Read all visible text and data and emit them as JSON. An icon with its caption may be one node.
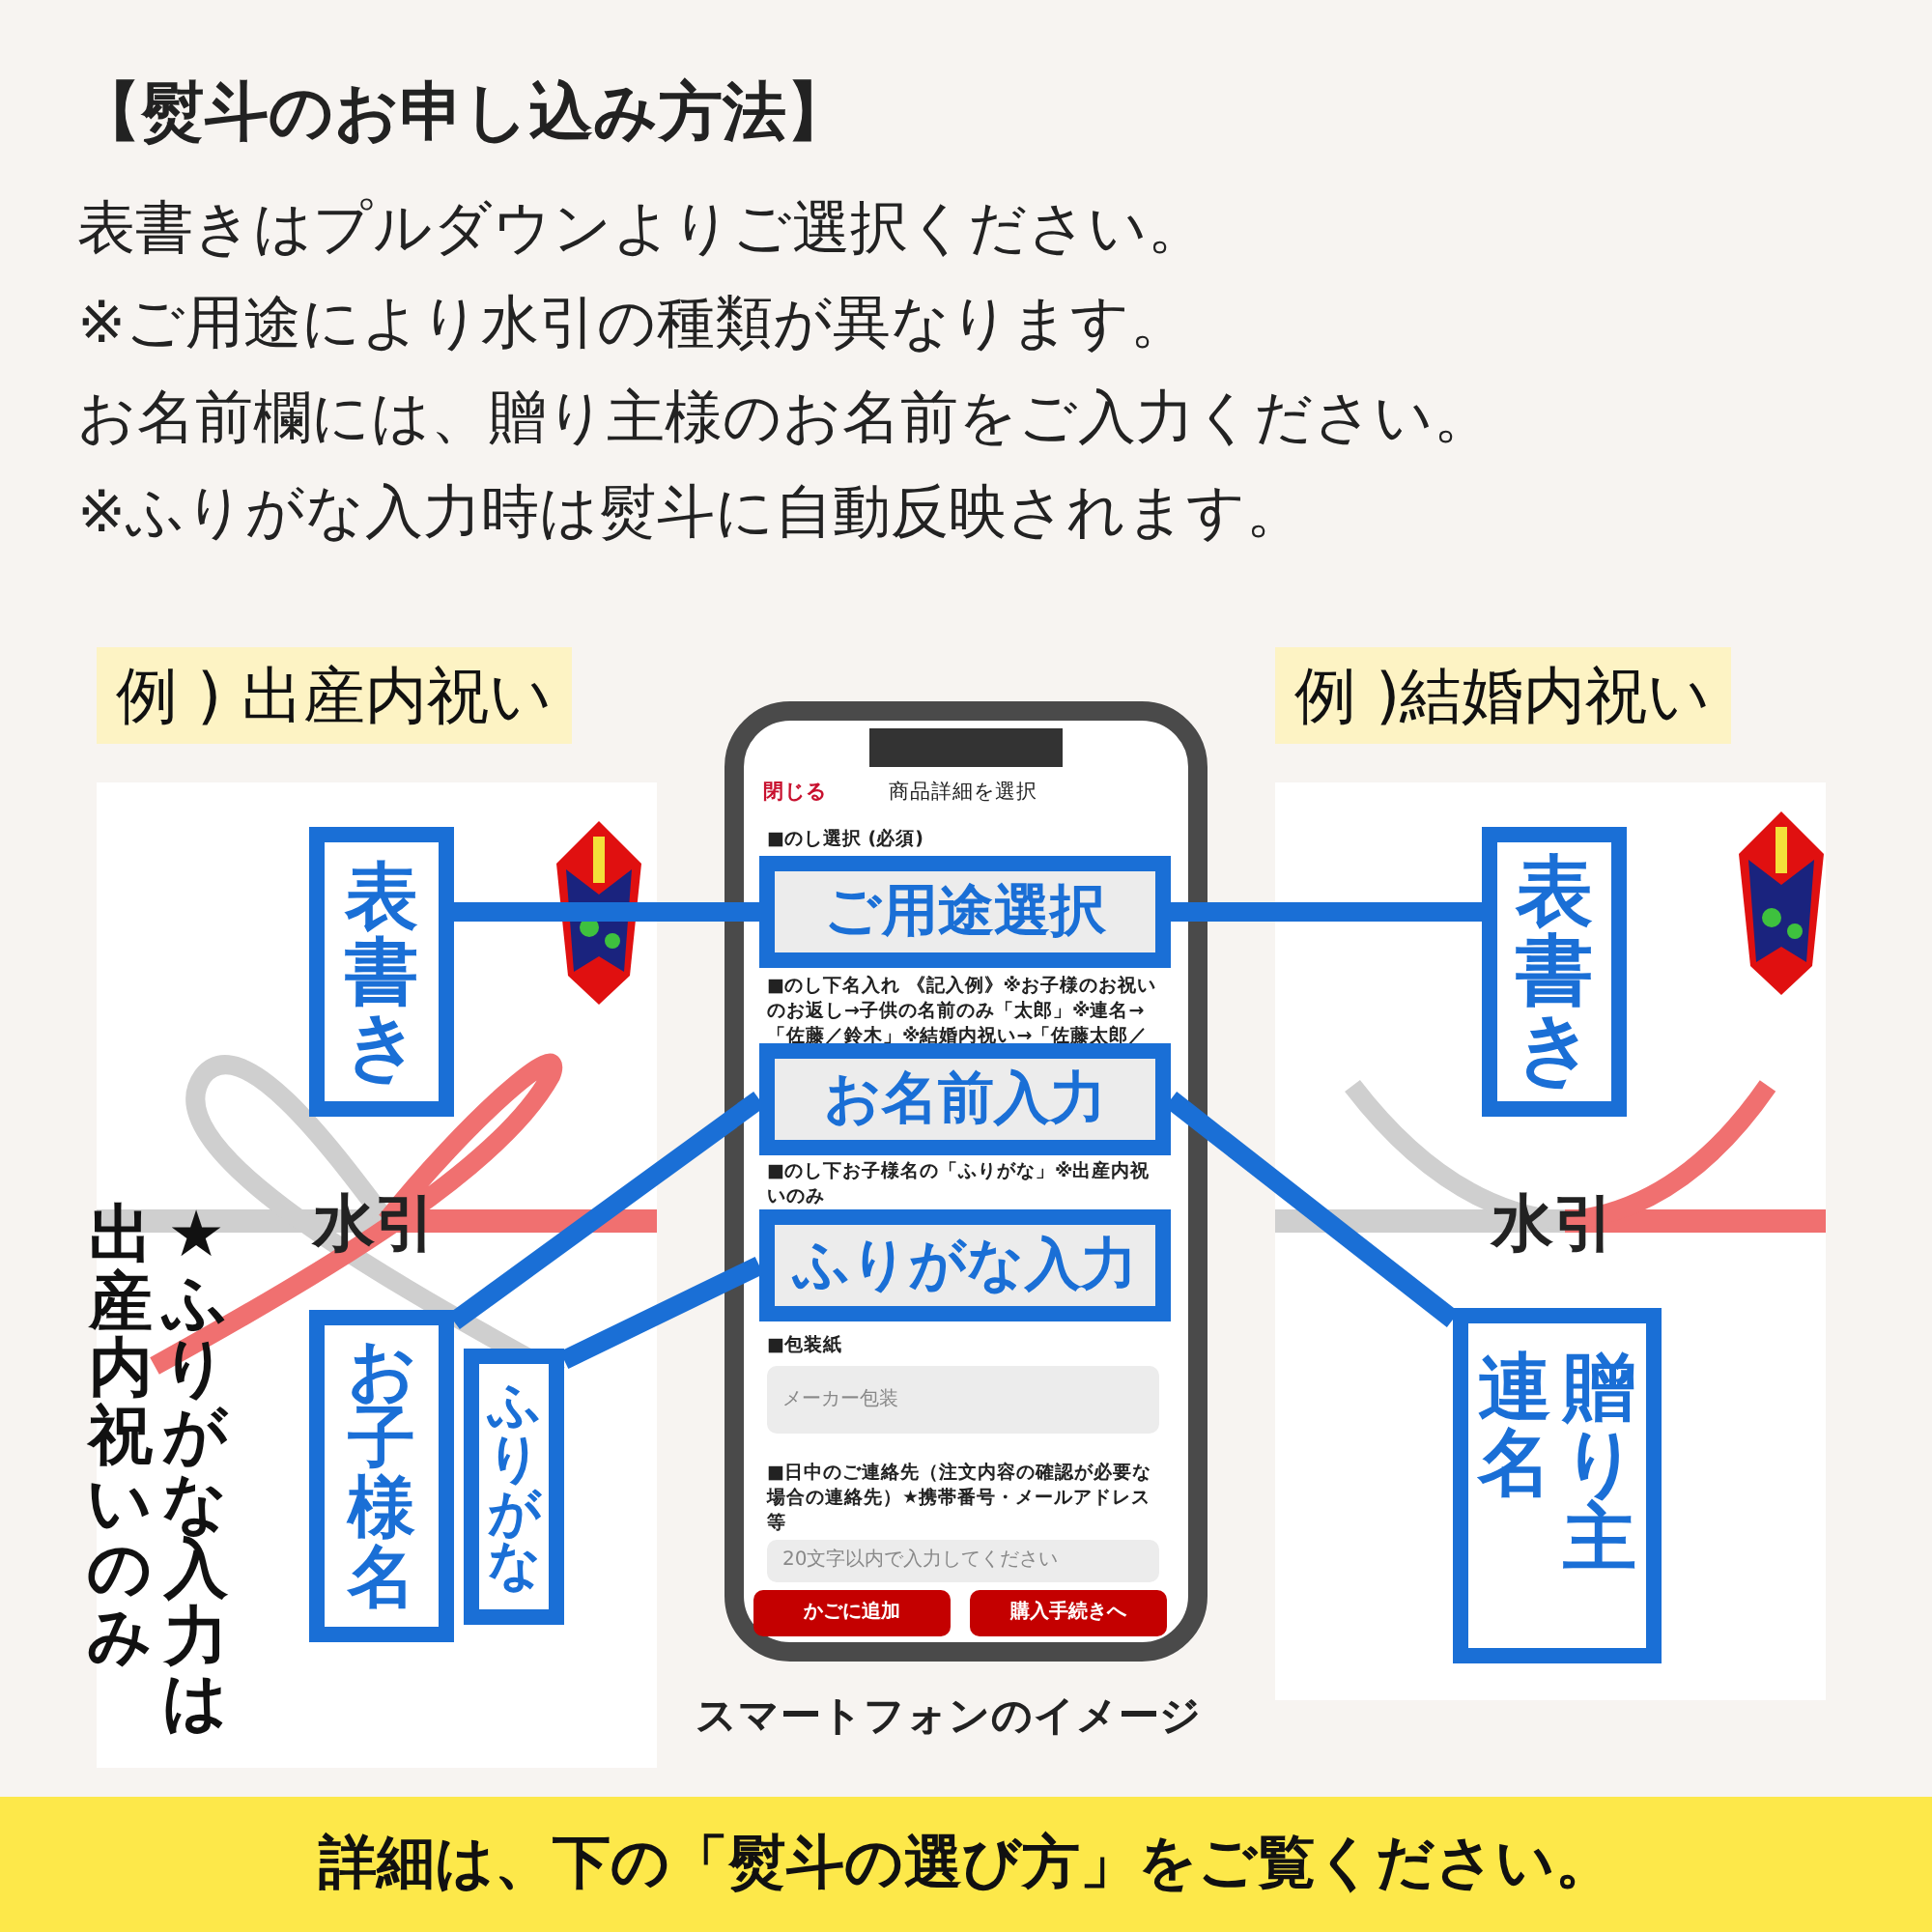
{
  "diagram": {
    "title": "【熨斗のお申し込み方法】",
    "nodes": [
      {
        "text": [
          "例 ) 出産内祝い"
        ]
      },
      {
        "text": [
          "表書き"
        ],
        "in": 0
      },
      {
        "text": [
          "お子様名"
        ],
        "in": 0
      },
      {
        "text": [
          "ふりがな"
        ],
        "in": 0
      },
      {
        "text": [
          "閉じる",
          "商品詳細を選択",
          "■のし選択 (必須)",
          "■のし下名入れ 《記入例》※お子様のお祝いのお返し→子供の名前のみ「太郎」※連名→「佐藤／鈴木」※結婚内祝い→「佐藤太郎／花子」",
          "■のし下お子様名の「ふりがな」※出産内祝いのみ",
          "■包装紙",
          "■日中のご連絡先（注文内容の確認が必要な場合の連絡先）★携帯番号・メールアドレス等"
        ],
        "beside": [
          "スマートフォンのイメージ"
        ]
      },
      {
        "text": [
          "ご用途選択"
        ],
        "in": 4
      },
      {
        "text": [
          "お名前入力"
        ],
        "in": 4
      },
      {
        "text": [
          "ふりがな入力"
        ],
        "in": 4
      },
      {
        "text": [
          "メーカー包装"
        ],
        "in": 4
      },
      {
        "text": [
          "20文字以内で入力してください"
        ],
        "in": 4
      },
      {
        "text": [
          "かごに追加"
        ],
        "in": 4
      },
      {
        "text": [
          "購入手続きへ"
        ],
        "in": 4
      },
      {
        "text": [
          "例 )結婚内祝い"
        ]
      },
      {
        "text": [
          "表書き"
        ],
        "in": 12
      },
      {
        "text": [
          "連名",
          "贈り主"
        ],
        "in": 12
      }
    ],
    "edges": [
      {
        "from": 1,
        "to": 5,
        "arrow": "none"
      },
      {
        "from": 5,
        "to": 13,
        "arrow": "none"
      },
      {
        "from": 2,
        "to": 6,
        "arrow": "none"
      },
      {
        "from": 6,
        "to": 14,
        "arrow": "none"
      },
      {
        "from": 3,
        "to": 7,
        "arrow": "none"
      }
    ],
    "labels": [
      "表書きはプルダウンよりご選択ください。",
      "※ご用途により水引の種類が異なります。",
      "お名前欄には、贈り主様のお名前をご入力ください。",
      "※ふりがな入力時は熨斗に自動反映されます。",
      "水引",
      "★ふりがな入力は出産内祝いのみ",
      "水引",
      "詳細は、下の「熨斗の選び方」をご覧ください。"
    ]
  }
}
